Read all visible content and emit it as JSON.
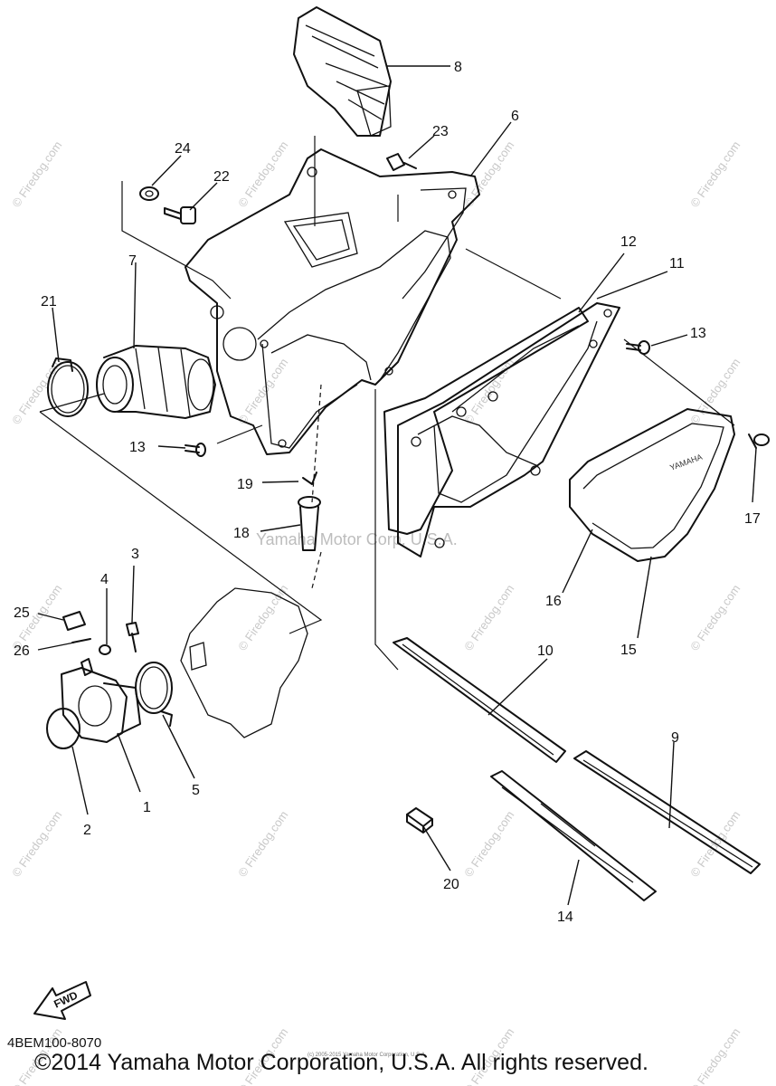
{
  "diagram_code": "4BEM100-8070",
  "copyright": "©2014 Yamaha Motor Corporation, U.S.A. All rights reserved.",
  "tiny_credit": "(c) 2005-2015 Yamaha Motor Corporation, U.S.A.",
  "watermark_site": "Firedog.com",
  "watermark_center": "Yamaha Motor Corp. U.S.A.",
  "cover_brand": "YAMAHA",
  "fwd_label": "FWD",
  "callouts": [
    {
      "id": "1",
      "label": "1"
    },
    {
      "id": "2",
      "label": "2"
    },
    {
      "id": "3",
      "label": "3"
    },
    {
      "id": "4",
      "label": "4"
    },
    {
      "id": "5",
      "label": "5"
    },
    {
      "id": "6",
      "label": "6"
    },
    {
      "id": "7",
      "label": "7"
    },
    {
      "id": "8",
      "label": "8"
    },
    {
      "id": "9",
      "label": "9"
    },
    {
      "id": "10",
      "label": "10"
    },
    {
      "id": "11",
      "label": "11"
    },
    {
      "id": "12",
      "label": "12"
    },
    {
      "id": "13a",
      "label": "13"
    },
    {
      "id": "13b",
      "label": "13"
    },
    {
      "id": "14",
      "label": "14"
    },
    {
      "id": "15",
      "label": "15"
    },
    {
      "id": "16",
      "label": "16"
    },
    {
      "id": "17",
      "label": "17"
    },
    {
      "id": "18",
      "label": "18"
    },
    {
      "id": "19",
      "label": "19"
    },
    {
      "id": "20",
      "label": "20"
    },
    {
      "id": "21",
      "label": "21"
    },
    {
      "id": "22",
      "label": "22"
    },
    {
      "id": "23",
      "label": "23"
    },
    {
      "id": "24",
      "label": "24"
    },
    {
      "id": "25",
      "label": "25"
    },
    {
      "id": "26",
      "label": "26"
    }
  ]
}
